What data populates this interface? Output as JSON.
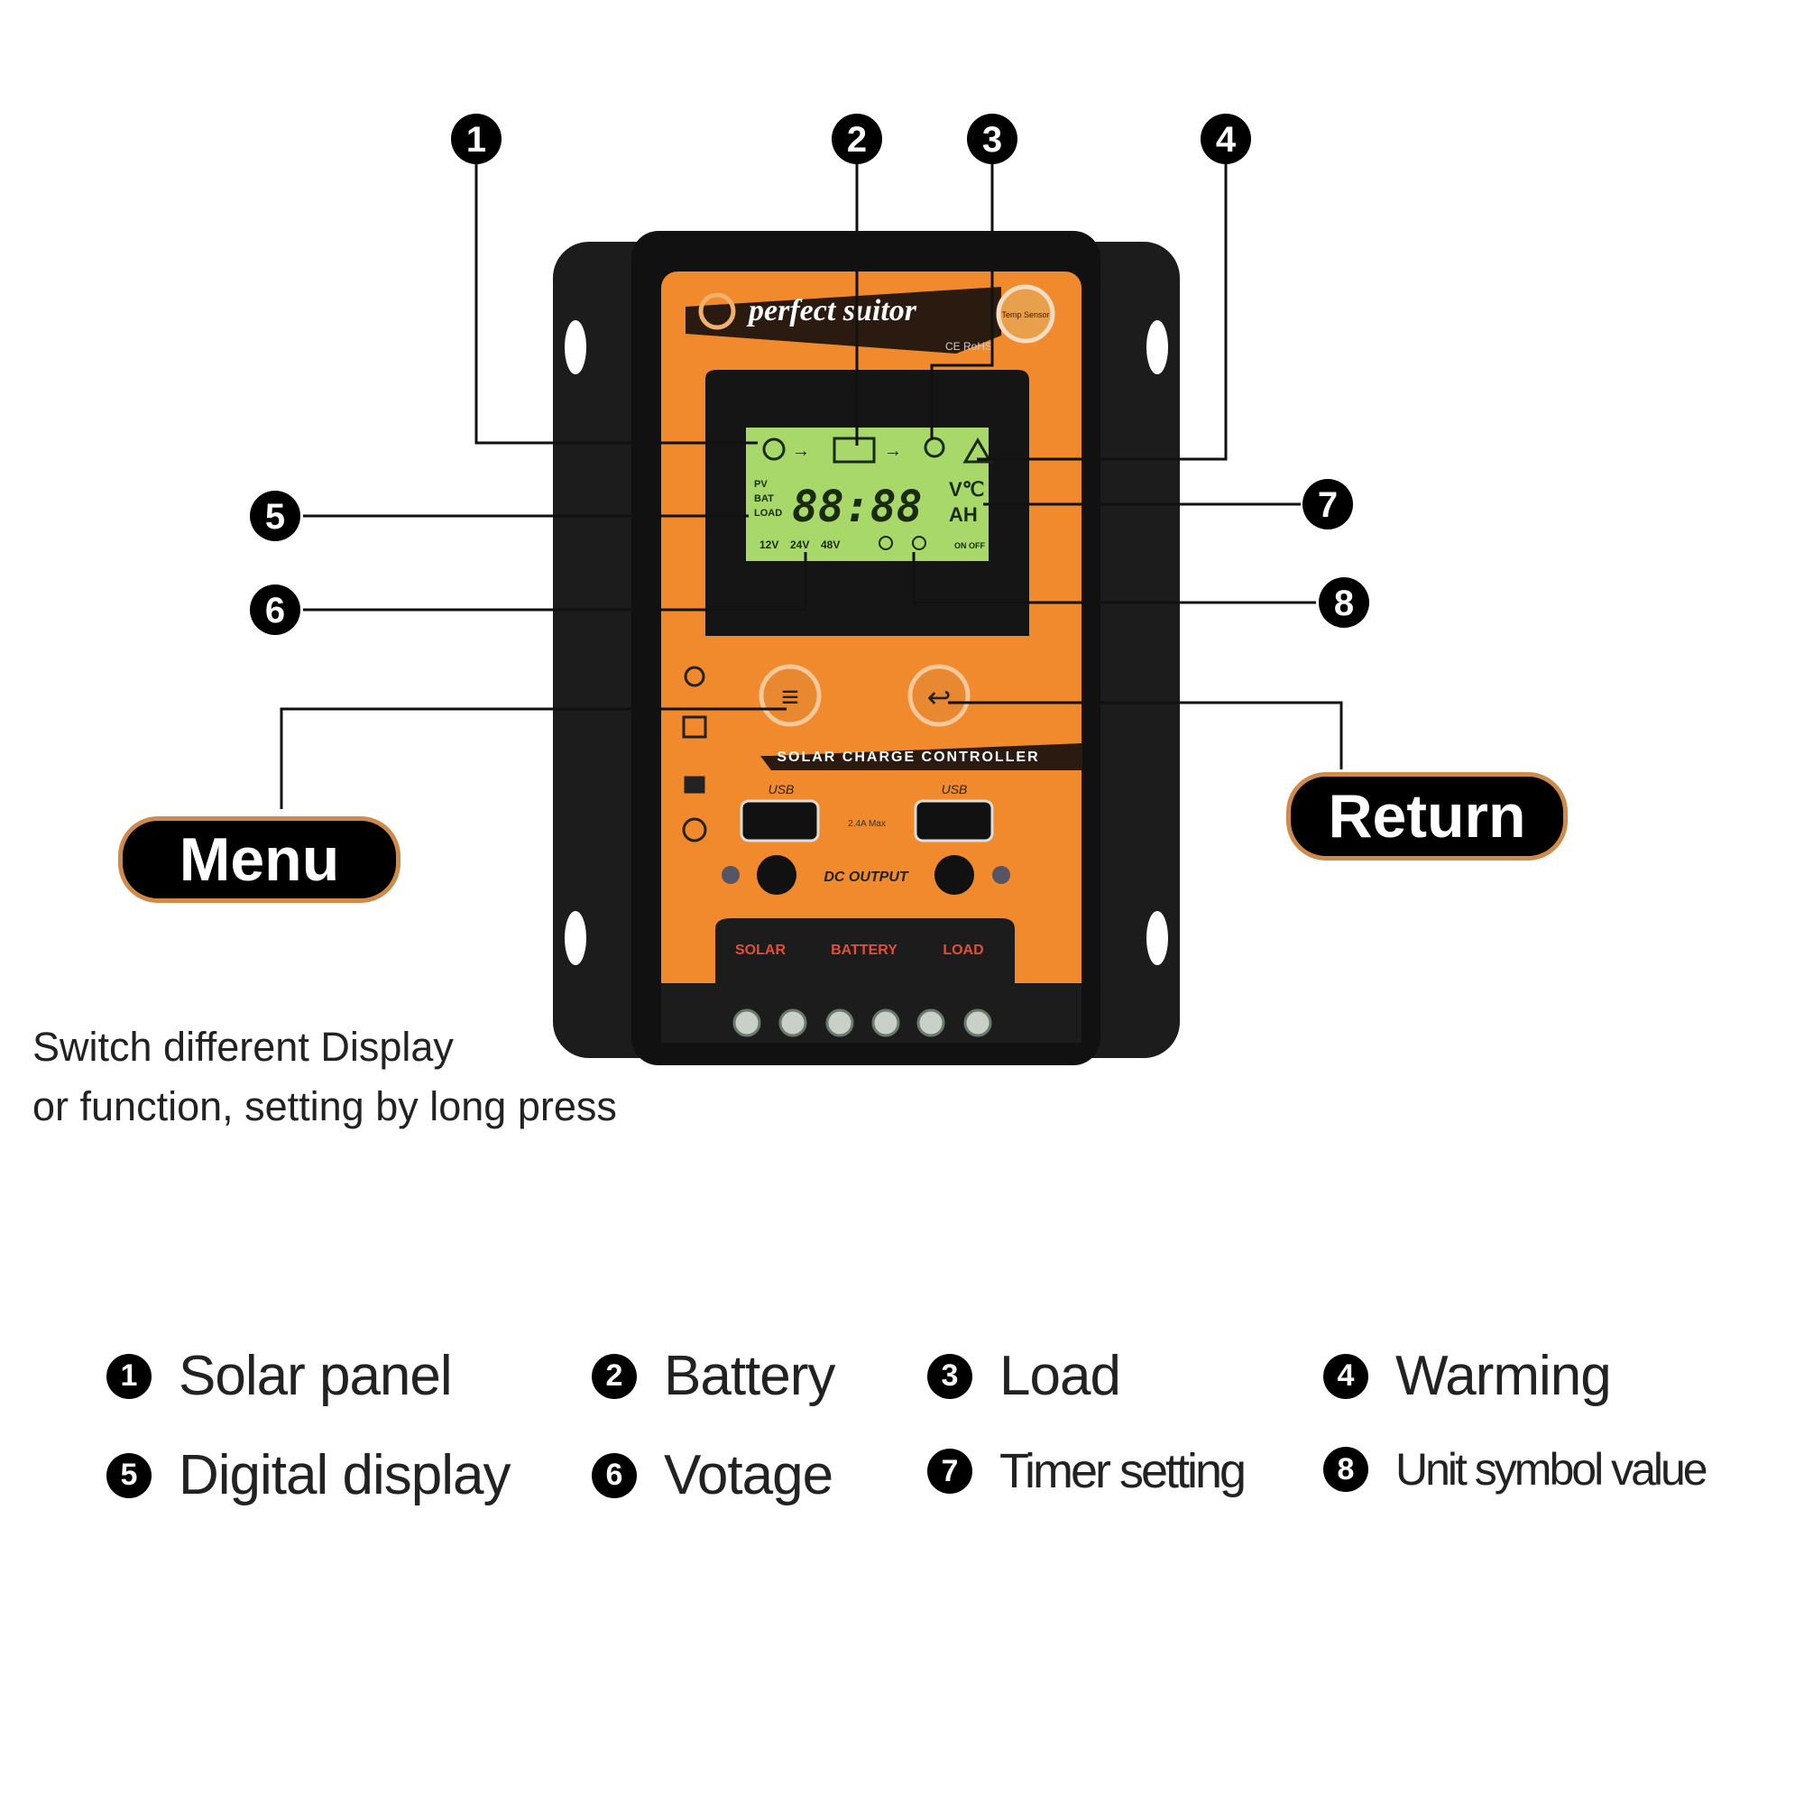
{
  "device": {
    "brand": "perfect suitor",
    "cert": "CE RoHS",
    "sensor_label": "Temp Sensor",
    "lcd": {
      "source_labels": [
        "PV",
        "BAT",
        "LOAD"
      ],
      "digits": "88:88",
      "units_top": "V℃",
      "units_bottom": "AH",
      "voltages": [
        "12V",
        "24V",
        "48V"
      ],
      "on_off": "ON OFF"
    },
    "banner": "SOLAR CHARGE CONTROLLER",
    "usb_rating": "2.4A Max",
    "usb_label": "USB",
    "dc_output": "DC OUTPUT",
    "terminals": [
      "SOLAR",
      "BATTERY",
      "LOAD"
    ]
  },
  "callouts": [
    "1",
    "2",
    "3",
    "4",
    "5",
    "6",
    "7",
    "8"
  ],
  "buttons": {
    "menu": "Menu",
    "return": "Return"
  },
  "caption": [
    "Switch different Display",
    "or function, setting by long press"
  ],
  "legend": [
    {
      "num": "1",
      "label": "Solar panel"
    },
    {
      "num": "2",
      "label": "Battery"
    },
    {
      "num": "3",
      "label": "Load"
    },
    {
      "num": "4",
      "label": "Warming"
    },
    {
      "num": "5",
      "label": "Digital display"
    },
    {
      "num": "6",
      "label": "Votage"
    },
    {
      "num": "7",
      "label": "Timer setting"
    },
    {
      "num": "8",
      "label": "Unit symbol value"
    }
  ],
  "colors": {
    "orange": "#f08a2c",
    "lcd": "#a8d86a",
    "body": "#1c1c1c"
  }
}
